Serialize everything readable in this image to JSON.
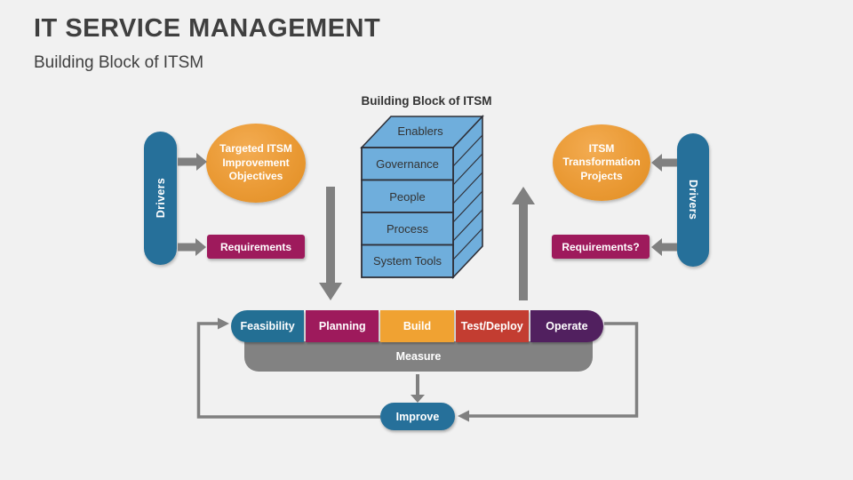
{
  "slide": {
    "title": "IT SERVICE MANAGEMENT",
    "subtitle": "Building Block of ITSM",
    "background": "#F1F1F1"
  },
  "colors": {
    "teal": "#26709A",
    "magenta": "#9E1A5C",
    "orange": "#F0A232",
    "red": "#C33D31",
    "purple": "#51205F",
    "measure_gray": "#828282",
    "arrow_gray": "#808080",
    "block_fill": "#6FAEDC",
    "block_border": "#2F3038",
    "ellipse_light": "#F3AC52",
    "ellipse_dark": "#E08D22",
    "title_text": "#3F3F3F"
  },
  "left_flow": {
    "driver": "Drivers",
    "objective": "Targeted ITSM Improvement Objectives",
    "requirement": "Requirements"
  },
  "right_flow": {
    "driver": "Drivers",
    "objective": "ITSM Transformation Projects",
    "requirement": "Requirements?"
  },
  "building_block": {
    "heading": "Building Block of ITSM",
    "top_face": "Enablers",
    "layers": [
      "Governance",
      "People",
      "Process",
      "System Tools"
    ]
  },
  "lifecycle": {
    "stages": [
      {
        "label": "Feasibility",
        "color": "#236F94"
      },
      {
        "label": "Planning",
        "color": "#9E1A5C"
      },
      {
        "label": "Build",
        "color": "#F0A232"
      },
      {
        "label": "Test/Deploy",
        "color": "#C33D31"
      },
      {
        "label": "Operate",
        "color": "#51205F"
      }
    ],
    "measure": "Measure",
    "improve": "Improve"
  }
}
